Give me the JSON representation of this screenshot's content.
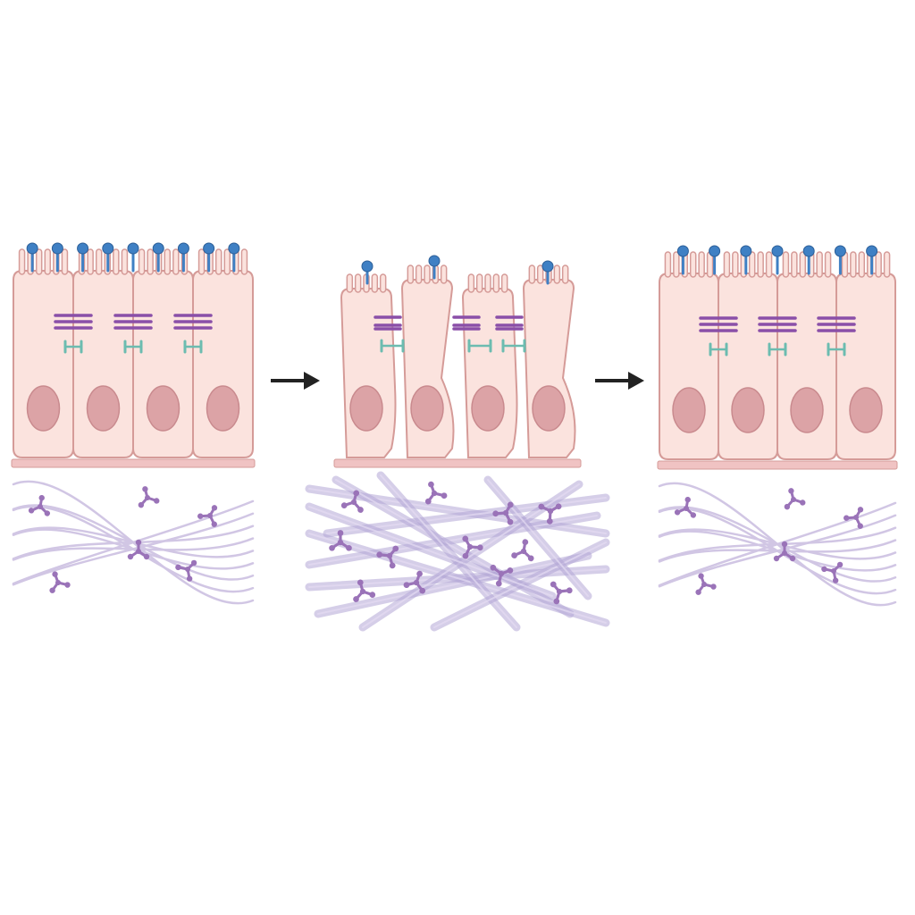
{
  "diagram": {
    "panels": [
      {
        "id": "healthy-epithelium",
        "cells": 4,
        "receptors": 9,
        "tight_junction_bands": 3,
        "fiber_density": "sparse",
        "state": "intact"
      },
      {
        "id": "disrupted-epithelium",
        "cells": 4,
        "receptors": 3,
        "tight_junction_bands": 3,
        "fiber_density": "dense",
        "state": "disrupted"
      },
      {
        "id": "restored-epithelium",
        "cells": 4,
        "receptors": 7,
        "tight_junction_bands": 3,
        "fiber_density": "sparse",
        "state": "restored"
      }
    ],
    "arrows": [
      {
        "id": "arrow-1",
        "from": "healthy-epithelium",
        "to": "disrupted-epithelium"
      },
      {
        "id": "arrow-2",
        "from": "disrupted-epithelium",
        "to": "restored-epithelium"
      }
    ],
    "colors": {
      "cell_fill": "#fbe3de",
      "cell_stroke": "#d59b98",
      "nucleus": "#dca3a6",
      "basement": "#f0c3c3",
      "receptor": "#3f80c4",
      "tight_junction": "#8a4fa8",
      "desmosome": "#6cbcb0",
      "fiber": "#c9bde0",
      "fiber_dense": "#b3a5d6",
      "crosslink": "#9a73b8",
      "arrow": "#222222"
    }
  }
}
